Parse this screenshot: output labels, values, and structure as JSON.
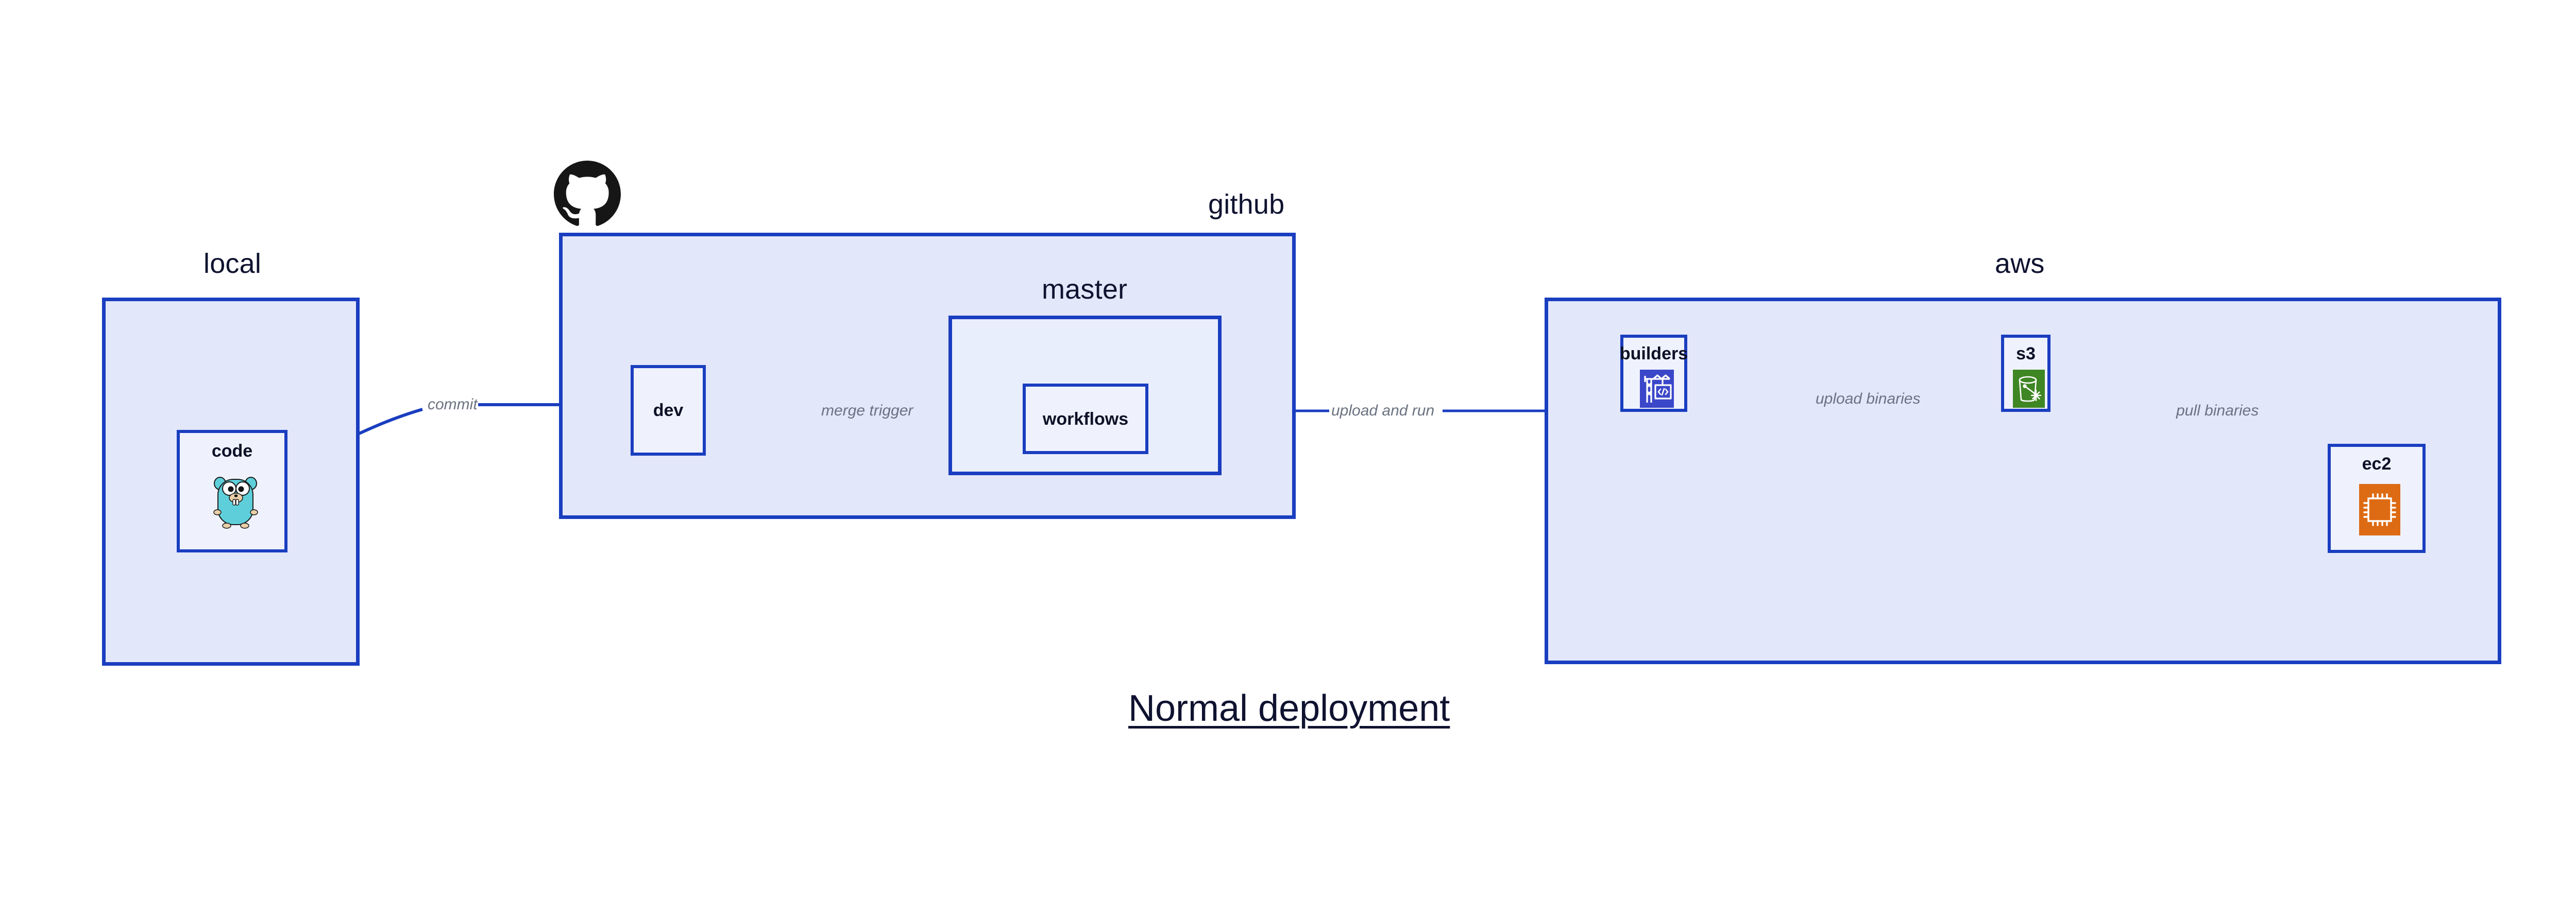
{
  "diagram": {
    "title": "Normal deployment",
    "groups": [
      {
        "id": "local",
        "label": "local"
      },
      {
        "id": "github",
        "label": "github"
      },
      {
        "id": "master",
        "label": "master"
      },
      {
        "id": "aws",
        "label": "aws"
      }
    ],
    "nodes": [
      {
        "id": "code",
        "label": "code",
        "icon": "go-gopher-icon"
      },
      {
        "id": "dev",
        "label": "dev",
        "icon": "none"
      },
      {
        "id": "workflows",
        "label": "workflows",
        "icon": "none"
      },
      {
        "id": "builders",
        "label": "builders",
        "icon": "aws-codebuild-icon"
      },
      {
        "id": "s3",
        "label": "s3",
        "icon": "aws-s3-glacier-icon"
      },
      {
        "id": "ec2",
        "label": "ec2",
        "icon": "aws-ec2-icon"
      }
    ],
    "edges": [
      {
        "from": "code",
        "to": "dev",
        "label": "commit"
      },
      {
        "from": "dev",
        "to": "workflows",
        "label": "merge trigger"
      },
      {
        "from": "workflows",
        "to": "builders",
        "label": "upload and run"
      },
      {
        "from": "builders",
        "to": "s3",
        "label": "upload binaries"
      },
      {
        "from": "s3",
        "to": "ec2",
        "label": "pull binaries"
      }
    ],
    "logos": [
      {
        "id": "github-logo",
        "name": "github-octocat-icon"
      }
    ],
    "colors": {
      "group_fill": "#e2e7fa",
      "inner_group_fill": "#e9eefc",
      "node_fill": "#eff2fd",
      "stroke": "#1a3ec0",
      "text": "#0f1330",
      "edge_label": "#6b7280",
      "gopher_body": "#5ecfda",
      "codebuild": "#3b47c9",
      "s3_glacier": "#3f8624",
      "ec2": "#dd6b14",
      "background": "#ffffff"
    }
  }
}
